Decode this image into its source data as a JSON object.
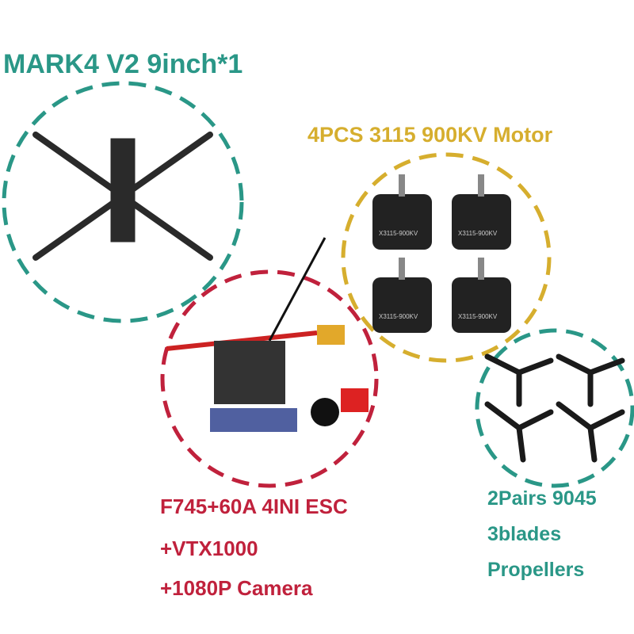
{
  "colors": {
    "teal": "#2a9787",
    "gold": "#d6ae2e",
    "red": "#c0213c",
    "carbon": "#2a2a2a"
  },
  "frame": {
    "title": "MARK4 V2 9inch*1"
  },
  "motors": {
    "title": "4PCS 3115 900KV Motor",
    "motor_label": "X3115-900KV"
  },
  "electronics": {
    "lines": [
      "F745+60A 4INI ESC",
      "+VTX1000",
      "+1080P Camera"
    ]
  },
  "propellers": {
    "lines": [
      "2Pairs 9045",
      "3blades",
      "Propellers"
    ]
  }
}
